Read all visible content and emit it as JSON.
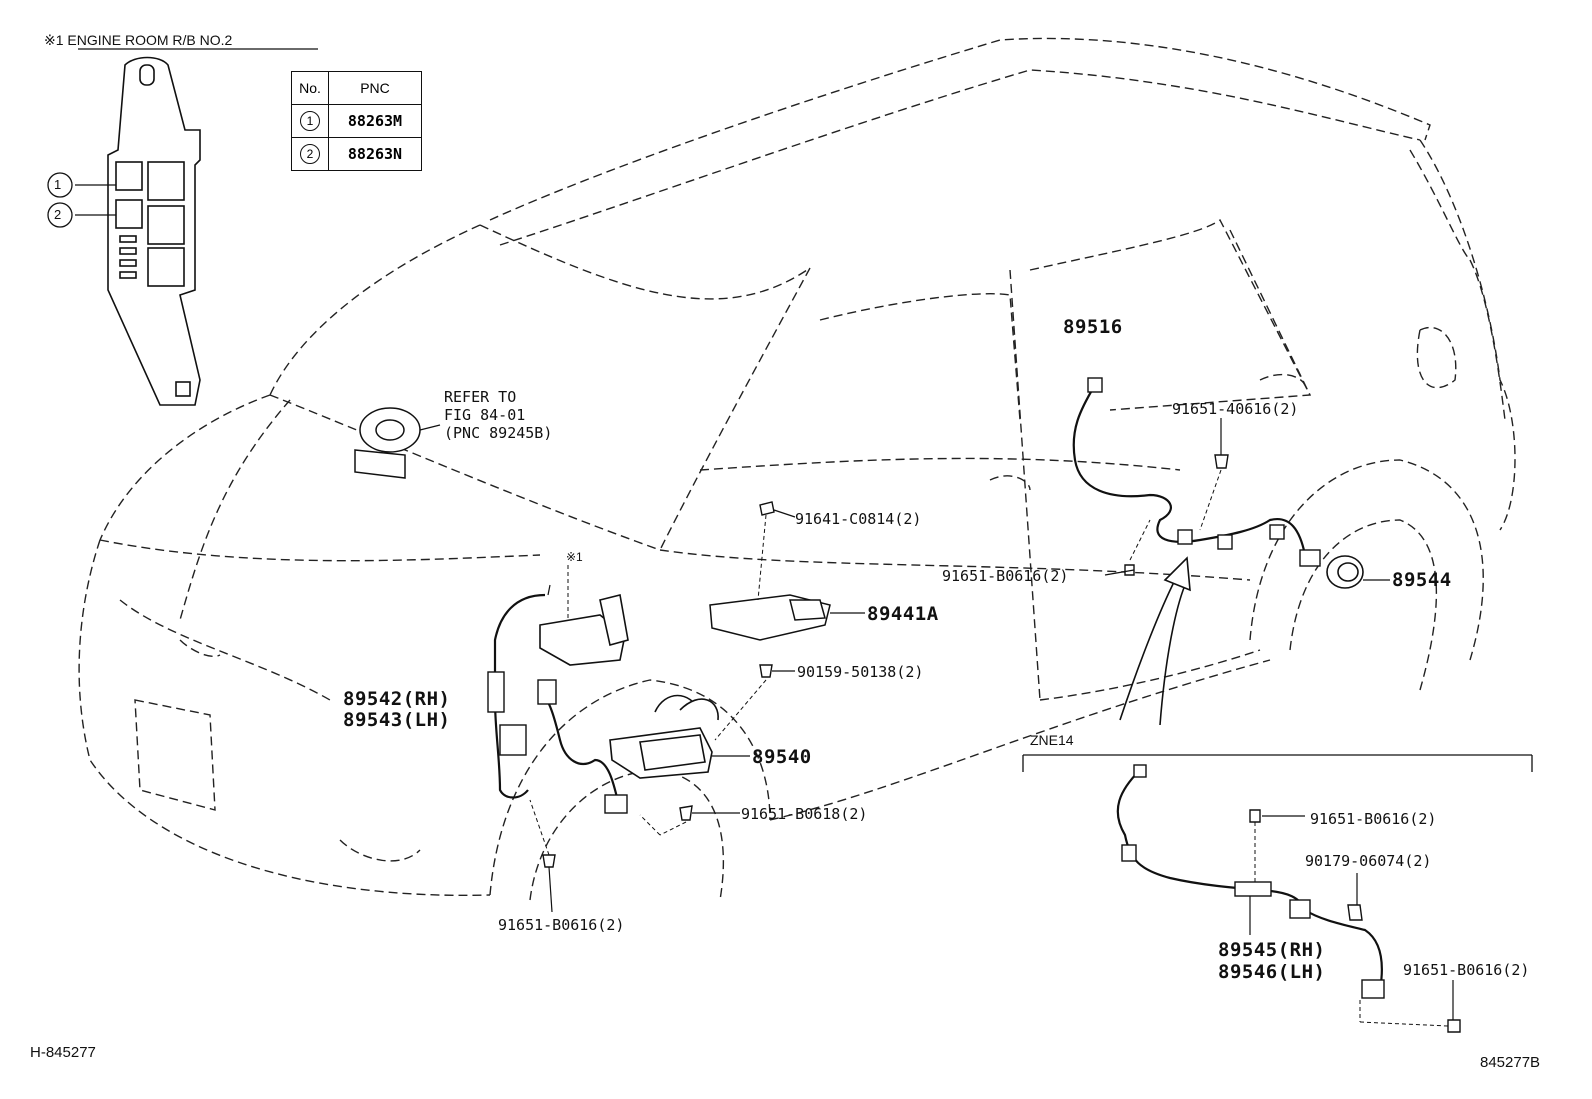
{
  "header": {
    "engine_room_label": "※1 ENGINE ROOM R/B NO.2",
    "note_marker": "※1"
  },
  "pnc_table": {
    "col_no": "No.",
    "col_pnc": "PNC",
    "rows": [
      {
        "no": "1",
        "pnc": "88263M"
      },
      {
        "no": "2",
        "pnc": "88263N"
      }
    ]
  },
  "relay_box_callouts": [
    "1",
    "2"
  ],
  "refer_note": {
    "line1": "REFER TO",
    "line2": "FIG 84-01",
    "line3": "(PNC 89245B)"
  },
  "parts": {
    "p89516": "89516",
    "p91651_40616": "91651-40616(2)",
    "p91641_c0814": "91641-C0814(2)",
    "p91651_b0616_mid": "91651-B0616(2)",
    "p89544": "89544",
    "p89441a": "89441A",
    "p90159": "90159-50138(2)",
    "p89542": "89542(RH)",
    "p89543": "89543(LH)",
    "p89540": "89540",
    "p91651_b0618": "91651-B0618(2)",
    "p91651_b0616_low": "91651-B0616(2)",
    "inset_title": "ZNE14",
    "inset_91651_top": "91651-B0616(2)",
    "inset_90179": "90179-06074(2)",
    "p89545": "89545(RH)",
    "p89546": "89546(LH)",
    "inset_91651_bot": "91651-B0616(2)"
  },
  "footer": {
    "left_code": "H-845277",
    "right_code": "845277B"
  }
}
